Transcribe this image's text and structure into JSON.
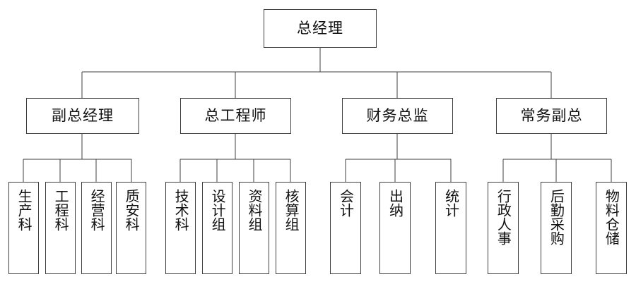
{
  "chart_data": {
    "type": "diagram",
    "diagram_kind": "organization-chart",
    "orientation": "top-down",
    "levels": 3,
    "line_color": "#3f3f3f",
    "box_fill": "#ffffff",
    "text_color": "#111111",
    "root": {
      "label": "总经理",
      "children": [
        {
          "label": "副总经理",
          "children": [
            {
              "label": "生产科"
            },
            {
              "label": "工程科"
            },
            {
              "label": "经营科"
            },
            {
              "label": "质安科"
            }
          ]
        },
        {
          "label": "总工程师",
          "children": [
            {
              "label": "技术科"
            },
            {
              "label": "设计组"
            },
            {
              "label": "资料组"
            },
            {
              "label": "核算组"
            }
          ]
        },
        {
          "label": "财务总监",
          "children": [
            {
              "label": "会计"
            },
            {
              "label": "出纳"
            },
            {
              "label": "统计"
            }
          ]
        },
        {
          "label": "常务副总",
          "children": [
            {
              "label": "行政人事"
            },
            {
              "label": "后勤采购"
            },
            {
              "label": "物料仓储"
            }
          ]
        }
      ]
    }
  },
  "nodes": {
    "root": {
      "label": "总经理"
    },
    "level1": [
      {
        "label": "副总经理"
      },
      {
        "label": "总工程师"
      },
      {
        "label": "财务总监"
      },
      {
        "label": "常务副总"
      }
    ],
    "group1": [
      {
        "label": "生产科"
      },
      {
        "label": "工程科"
      },
      {
        "label": "经营科"
      },
      {
        "label": "质安科"
      }
    ],
    "group2": [
      {
        "label": "技术科"
      },
      {
        "label": "设计组"
      },
      {
        "label": "资料组"
      },
      {
        "label": "核算组"
      }
    ],
    "group3": [
      {
        "label": "会计"
      },
      {
        "label": "出纳"
      },
      {
        "label": "统计"
      }
    ],
    "group4": [
      {
        "label": "行政人事"
      },
      {
        "label": "后勤采购"
      },
      {
        "label": "物料仓储"
      }
    ]
  }
}
